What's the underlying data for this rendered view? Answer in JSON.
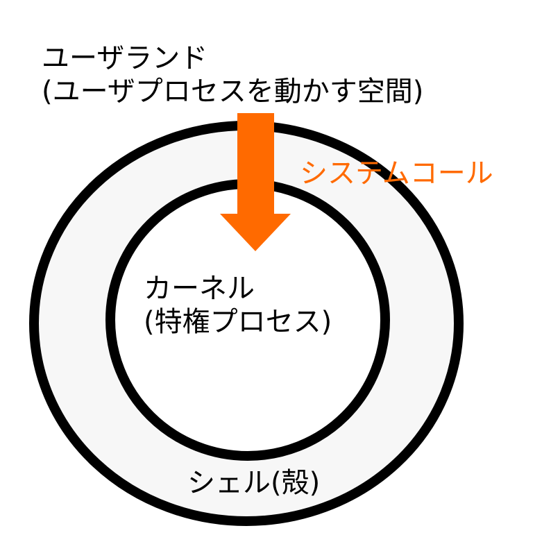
{
  "userland": {
    "title": "ユーザランド",
    "subtitle": "(ユーザプロセスを動かす空間)"
  },
  "syscall": {
    "label": "システムコール"
  },
  "kernel": {
    "title": "カーネル",
    "subtitle": "(特権プロセス)"
  },
  "shell": {
    "label": "シェル(殻)"
  },
  "colors": {
    "ring_stroke": "#000000",
    "ring_fill": "#f7f7f7",
    "inner_fill": "#ffffff",
    "arrow": "#ff6a00",
    "syscall_text": "#ff6a00",
    "text": "#000000"
  }
}
